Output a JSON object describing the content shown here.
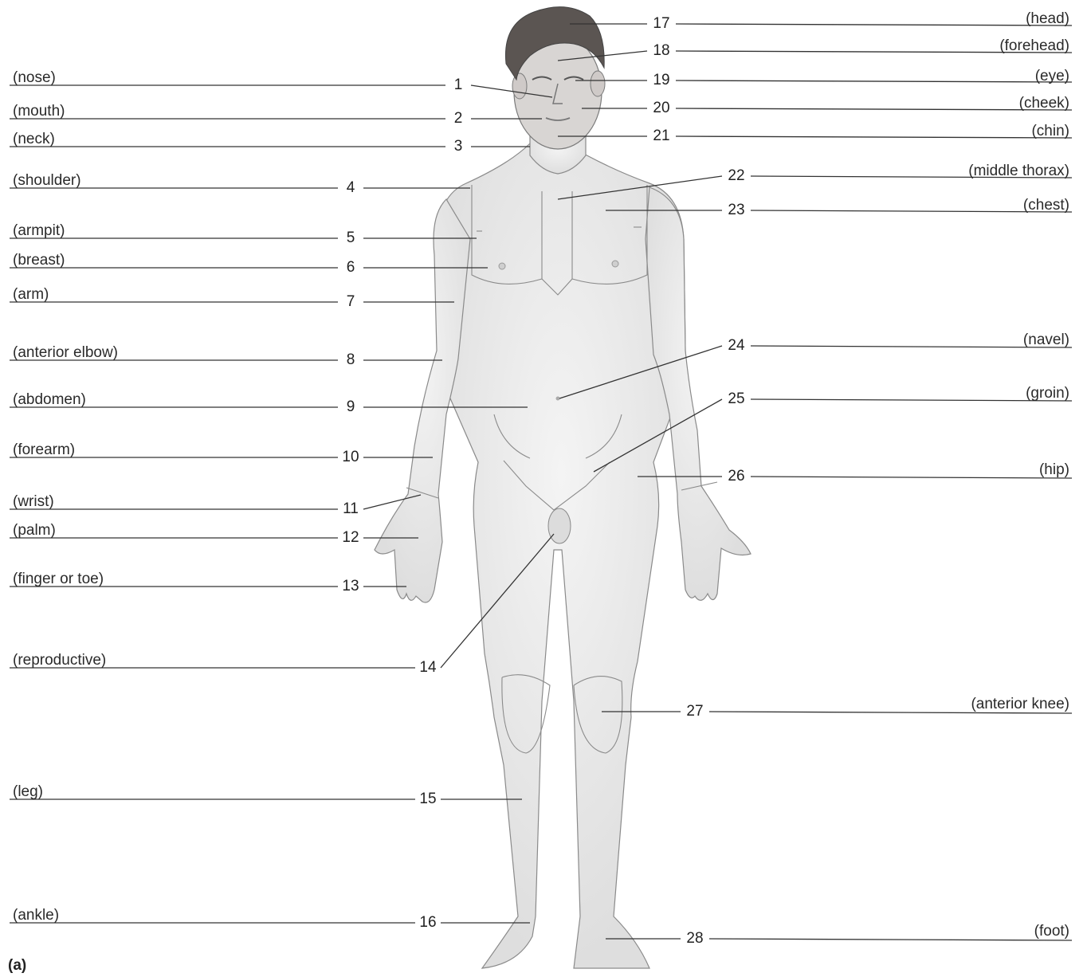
{
  "figure_label": "(a)",
  "left_labels": [
    {
      "num": "1",
      "answer": "(nose)"
    },
    {
      "num": "2",
      "answer": "(mouth)"
    },
    {
      "num": "3",
      "answer": "(neck)"
    },
    {
      "num": "4",
      "answer": "(shoulder)"
    },
    {
      "num": "5",
      "answer": "(armpit)"
    },
    {
      "num": "6",
      "answer": "(breast)"
    },
    {
      "num": "7",
      "answer": "(arm)"
    },
    {
      "num": "8",
      "answer": "(anterior elbow)"
    },
    {
      "num": "9",
      "answer": "(abdomen)"
    },
    {
      "num": "10",
      "answer": "(forearm)"
    },
    {
      "num": "11",
      "answer": "(wrist)"
    },
    {
      "num": "12",
      "answer": "(palm)"
    },
    {
      "num": "13",
      "answer": "(finger or toe)"
    },
    {
      "num": "14",
      "answer": "(reproductive)"
    },
    {
      "num": "15",
      "answer": "(leg)"
    },
    {
      "num": "16",
      "answer": "(ankle)"
    }
  ],
  "right_labels": [
    {
      "num": "17",
      "answer": "(head)"
    },
    {
      "num": "18",
      "answer": "(forehead)"
    },
    {
      "num": "19",
      "answer": "(eye)"
    },
    {
      "num": "20",
      "answer": "(cheek)"
    },
    {
      "num": "21",
      "answer": "(chin)"
    },
    {
      "num": "22",
      "answer": "(middle thorax)"
    },
    {
      "num": "23",
      "answer": "(chest)"
    },
    {
      "num": "24",
      "answer": "(navel)"
    },
    {
      "num": "25",
      "answer": "(groin)"
    },
    {
      "num": "26",
      "answer": "(hip)"
    },
    {
      "num": "27",
      "answer": "(anterior knee)"
    },
    {
      "num": "28",
      "answer": "(foot)"
    }
  ],
  "colors": {
    "body_fill": "#ececec",
    "body_stroke": "#8a8a8a",
    "hair": "#5b5552",
    "skin_face": "#d9d6d4",
    "line": "#333333"
  }
}
